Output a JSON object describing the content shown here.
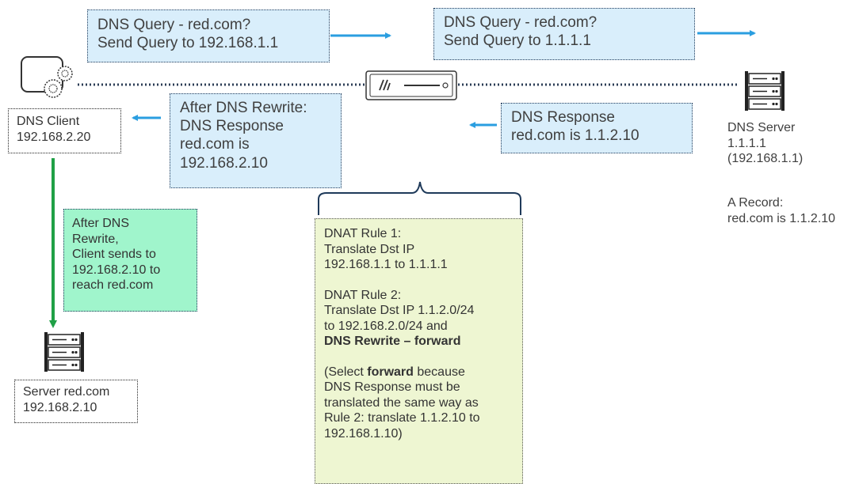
{
  "query_left": [
    "DNS Query - red.com?",
    "Send Query to 192.168.1.1"
  ],
  "query_right": [
    "DNS Query - red.com?",
    "Send Query to 1.1.1.1"
  ],
  "after_rewrite": [
    "After DNS Rewrite:",
    "DNS Response",
    "red.com is",
    "192.168.2.10"
  ],
  "dns_response": [
    "DNS Response",
    "red.com is 1.1.2.10"
  ],
  "dns_client": [
    "DNS Client",
    "192.168.2.20"
  ],
  "dns_server": [
    "DNS Server",
    "1.1.1.1",
    "(192.168.1.1)"
  ],
  "a_record": [
    "A Record:",
    "red.com is 1.1.2.10"
  ],
  "client_sends": [
    "After DNS",
    "Rewrite,",
    "Client sends to",
    "192.168.2.10 to",
    "reach red.com"
  ],
  "server_red": [
    "Server red.com",
    "192.168.2.10"
  ],
  "nat_rules": {
    "rule1": [
      "DNAT Rule 1:",
      "Translate Dst IP",
      "192.168.1.1 to 1.1.1.1"
    ],
    "rule2": [
      "DNAT Rule 2:",
      "Translate Dst IP 1.1.2.0/24",
      "to 192.168.2.0/24 and"
    ],
    "rule2_bold_a": "DNS Rewrite",
    "rule2_dash": " – ",
    "rule2_bold_b": "forward",
    "note_pre": "(Select ",
    "note_bold": "forward",
    "note_post": " because",
    "note_lines": [
      "DNS Response must be",
      "translated the same way as",
      "Rule 2: translate 1.1.2.10 to",
      "192.168.1.10)"
    ]
  },
  "colors": {
    "arrow_blue": "#2a9ee0",
    "arrow_green": "#1fa046",
    "line_dotted": "#2b3c55"
  }
}
